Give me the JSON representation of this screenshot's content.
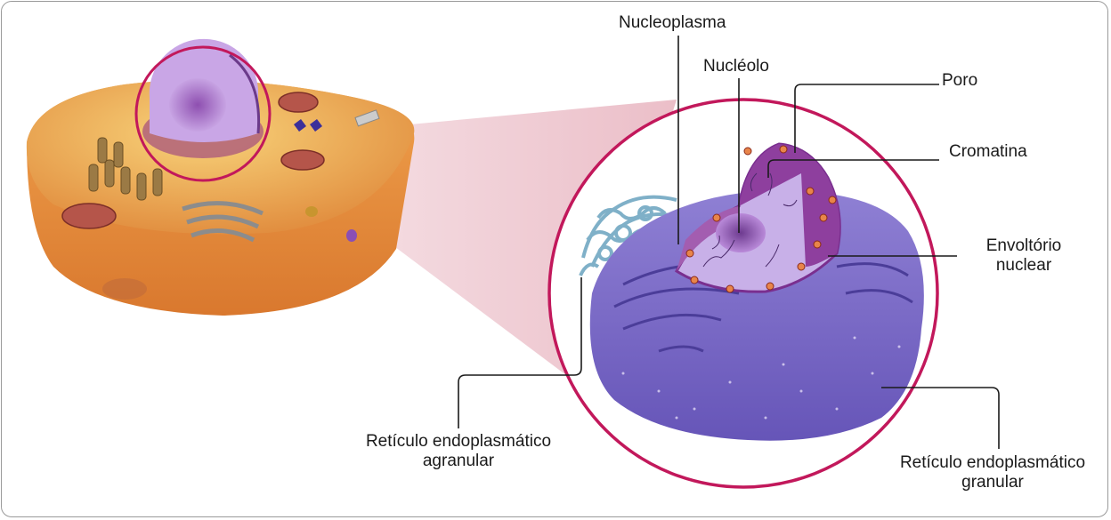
{
  "labels": {
    "nucleoplasma": "Nucleoplasma",
    "nucleolo": "Nucléolo",
    "poro": "Poro",
    "cromatina": "Cromatina",
    "envoltorio_line1": "Envoltório",
    "envoltorio_line2": "nuclear",
    "rea_line1": "Retículo endoplasmático",
    "rea_line2": "agranular",
    "reg_line1": "Retículo endoplasmático",
    "reg_line2": "granular"
  },
  "colors": {
    "highlight_circle": "#c2185b",
    "cytoplasm": "#f4c45a",
    "cell_membrane": "#e79a4a",
    "nucleus": "#9b6fc6",
    "nuclear_envelope": "#7a2f8f",
    "rough_er": "#7d6fc4",
    "smooth_er": "#7fb0c8",
    "mitochondria": "#b5554a",
    "leader_line": "#1a1a1a"
  }
}
